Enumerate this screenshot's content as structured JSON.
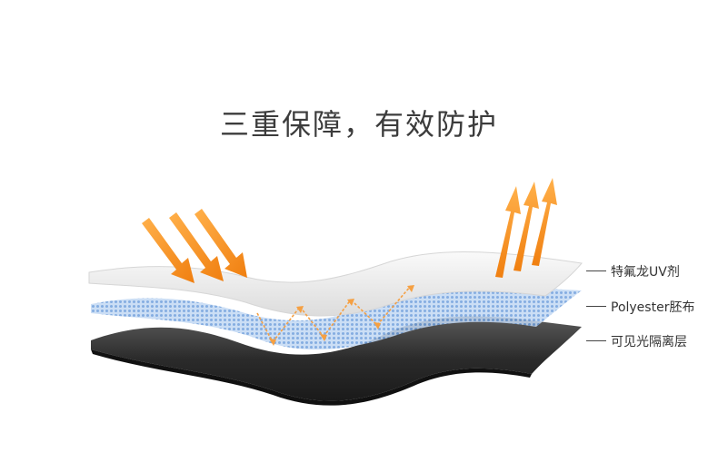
{
  "headline": "三重保障，有效防护",
  "layers": [
    {
      "label": "特氟龙UV剂"
    },
    {
      "label": "Polyester胚布"
    },
    {
      "label": "可见光隔离层"
    }
  ],
  "colors": {
    "arrow": "#f5901e",
    "reflection": "#f5a043",
    "fabric": "#a9c9ef",
    "coating": "#e9e9e9",
    "blackout": "#2e2e2e"
  },
  "icons": [
    "sunlight-arrow-icon",
    "reflected-arrow-icon",
    "bounce-arrow-icon"
  ]
}
